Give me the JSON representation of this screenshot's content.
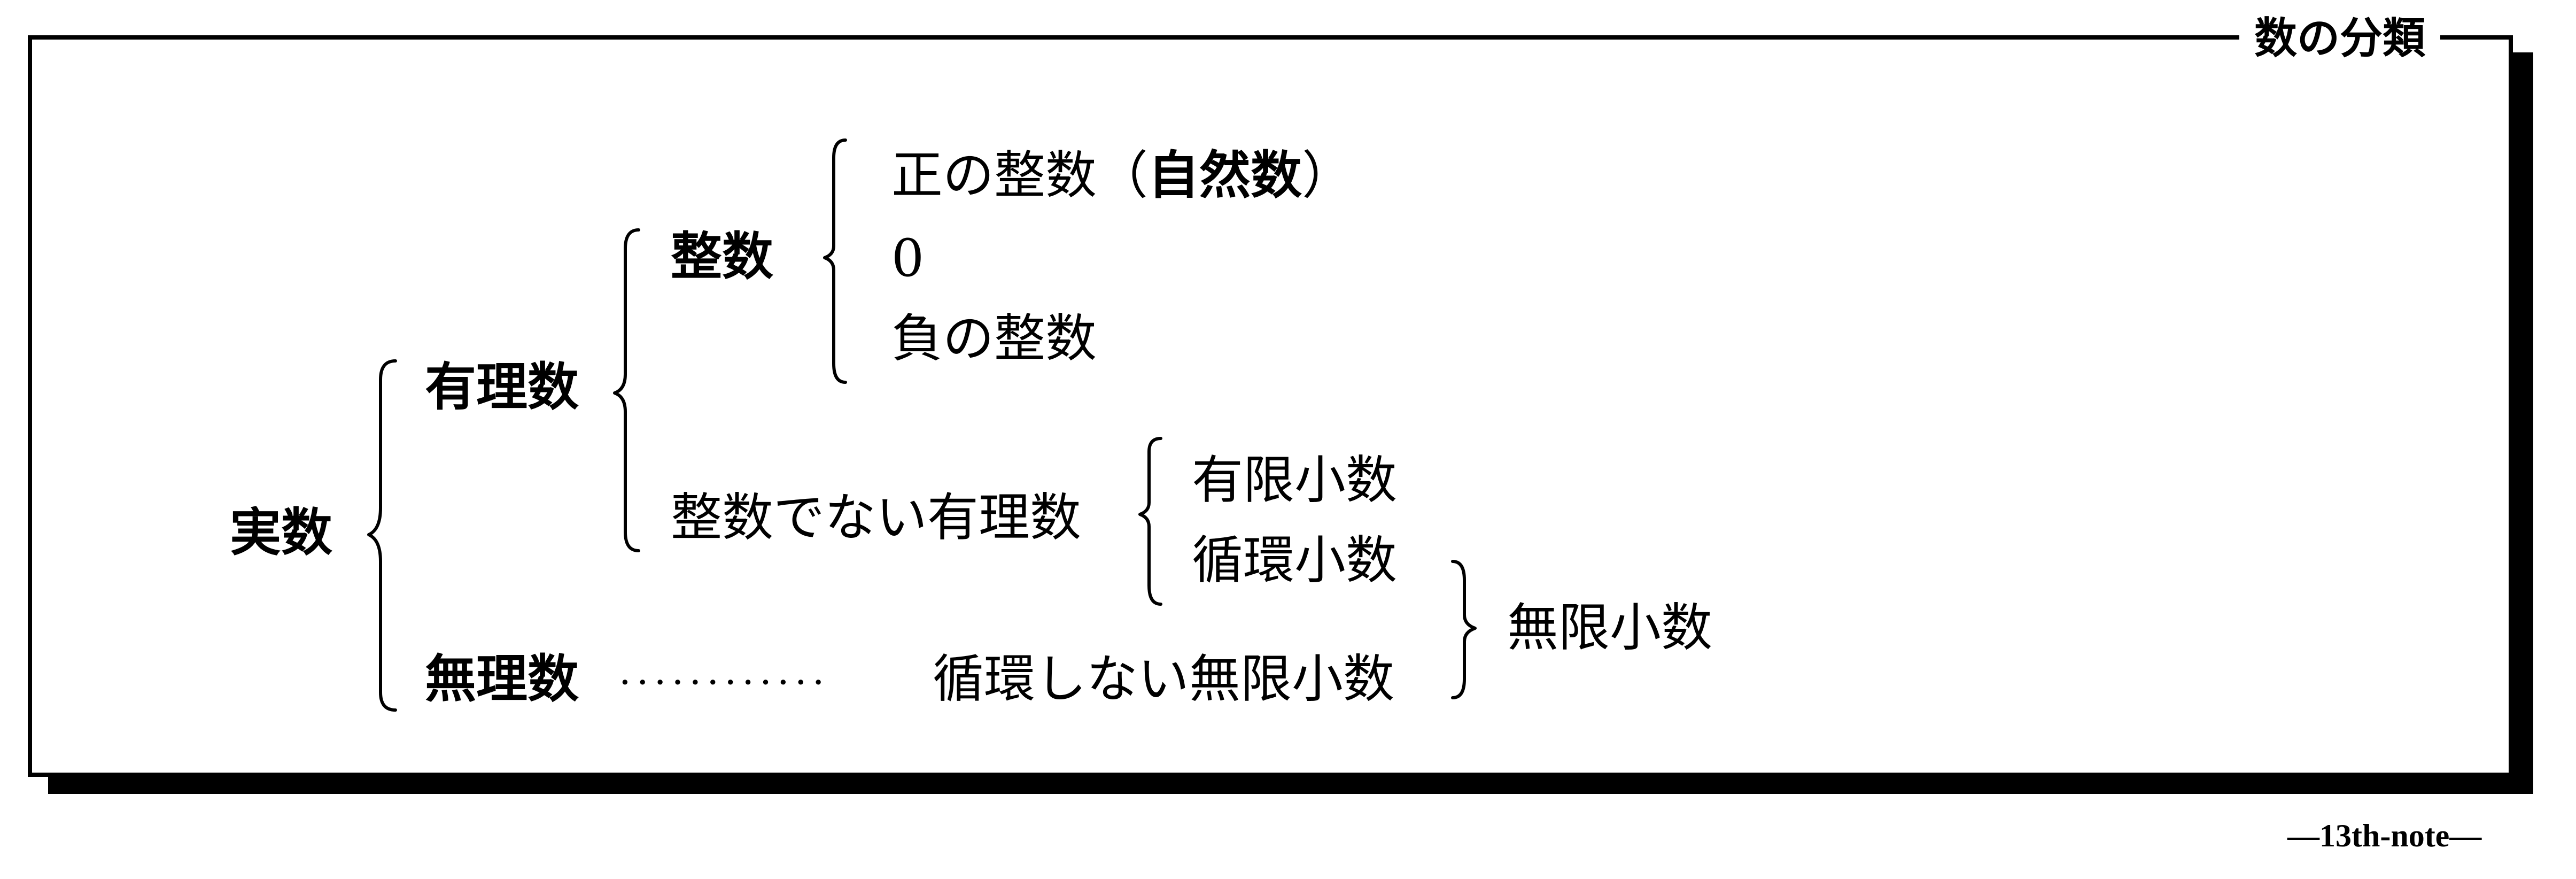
{
  "title": "数の分類",
  "root": "実数",
  "rational": "有理数",
  "integer": "整数",
  "positive_integer": "正の整数（",
  "natural_number": "自然数",
  "close_paren": "）",
  "zero": "0",
  "negative_integer": "負の整数",
  "non_integer_rational": "整数でない有理数",
  "finite_decimal": "有限小数",
  "recurring_decimal": "循環小数",
  "irrational": "無理数",
  "leader": "············",
  "non_recurring_infinite_decimal": "循環しない無限小数",
  "infinite_decimal": "無限小数",
  "footer": "—13th-note—"
}
